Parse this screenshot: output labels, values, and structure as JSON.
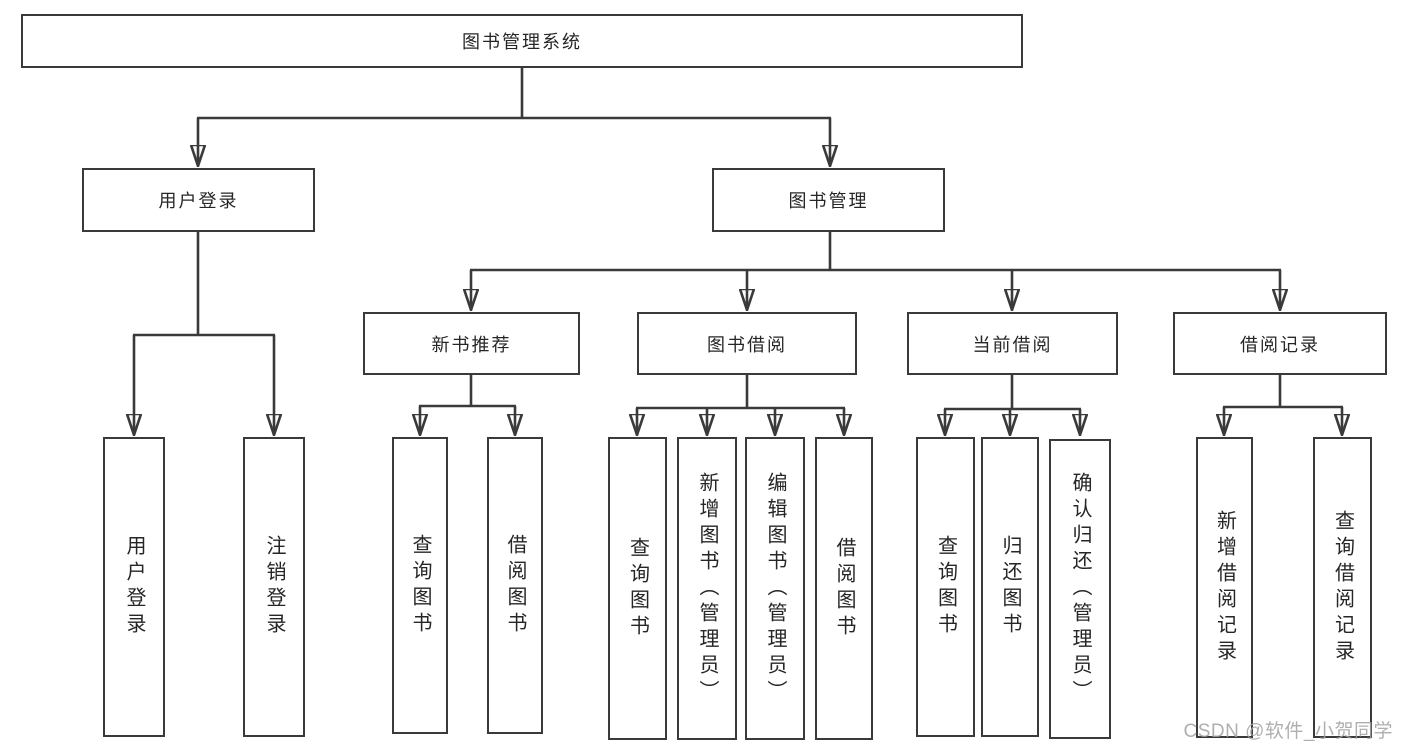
{
  "diagram": {
    "title_node": {
      "label": "图书管理系统"
    },
    "level2": [
      {
        "id": "user-login",
        "label": "用户登录"
      },
      {
        "id": "book-management",
        "label": "图书管理"
      }
    ],
    "level3": [
      {
        "id": "new-book-recommend",
        "label": "新书推荐"
      },
      {
        "id": "book-borrow",
        "label": "图书借阅"
      },
      {
        "id": "current-borrow",
        "label": "当前借阅"
      },
      {
        "id": "borrow-records",
        "label": "借阅记录"
      }
    ],
    "leaves": {
      "user_login_children": [
        {
          "label": "用户登录"
        },
        {
          "label": "注销登录"
        }
      ],
      "new_book_children": [
        {
          "label": "查询图书"
        },
        {
          "label": "借阅图书"
        }
      ],
      "book_borrow_children": [
        {
          "label": "查询图书"
        },
        {
          "label": "新增图书（管理员）"
        },
        {
          "label": "编辑图书（管理员）"
        },
        {
          "label": "借阅图书"
        }
      ],
      "current_borrow_children": [
        {
          "label": "查询图书"
        },
        {
          "label": "归还图书"
        },
        {
          "label": "确认归还（管理员）"
        }
      ],
      "borrow_record_children": [
        {
          "label": "新增借阅记录"
        },
        {
          "label": "查询借阅记录"
        }
      ]
    }
  },
  "watermark": {
    "text": "CSDN @软件_小贺同学"
  },
  "colors": {
    "line": "#3a3a3a",
    "border": "#3a3a3a",
    "text": "#262626",
    "background": "#ffffff",
    "watermark": "#a2a2a2"
  }
}
